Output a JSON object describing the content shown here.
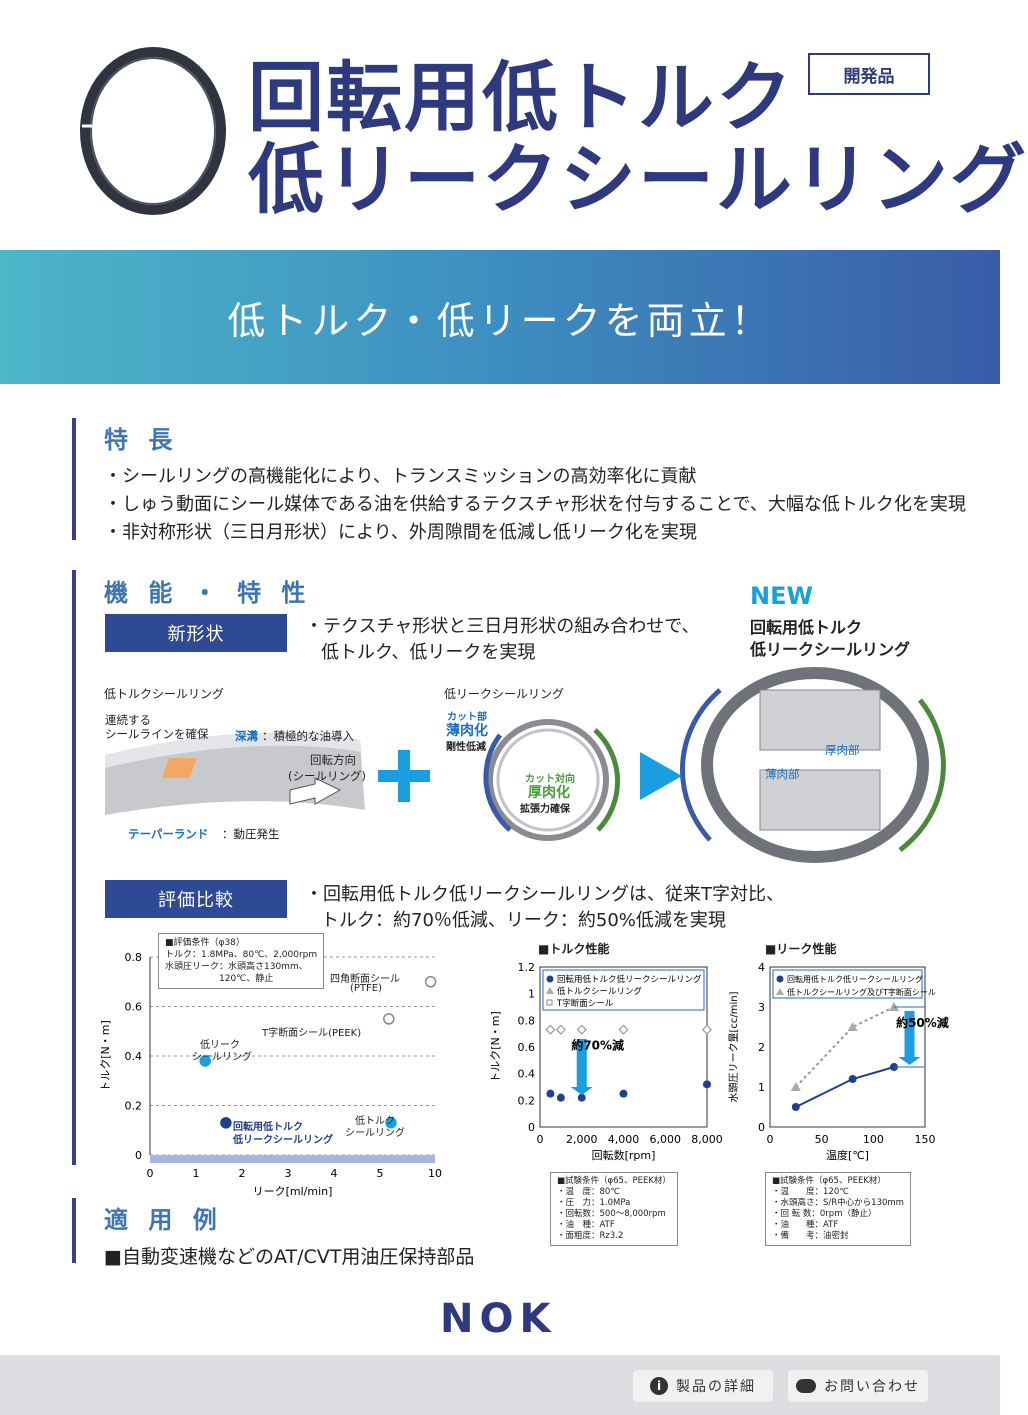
{
  "header": {
    "title_line1": "回転用低トルク",
    "title_line2": "低リークシールリング",
    "badge": "開発品"
  },
  "banner": {
    "text": "低トルク・低リークを両立！"
  },
  "features": {
    "heading": "特 長",
    "items": [
      "・シールリングの高機能化により、トランスミッションの高効率化に貢献",
      "・しゅう動面にシール媒体である油を供給するテクスチャ形状を付与することで、大幅な低トルク化を実現",
      "・非対称形状（三日月形状）により、外周隙間を低減し低リーク化を実現"
    ]
  },
  "function": {
    "heading": "機 能 ・ 特 性",
    "shape": {
      "label": "新形状",
      "desc_line1": "・テクスチャ形状と三日月形状の組み合わせで、",
      "desc_line2": "低トルク、低リークを実現",
      "new_tag": "NEW",
      "new_name_line1": "回転用低トルク",
      "new_name_line2": "低リークシールリング",
      "low_torque_title": "低トルクシールリング",
      "continuous_line1": "連続する",
      "continuous_line2": "シールラインを確保",
      "deep_groove_a": "深溝",
      "deep_groove_b": "：積極的な油導入",
      "rotation_line1": "回転方向",
      "rotation_line2": "(シールリング)",
      "taper_a": "テーパーランド",
      "taper_b": "：動圧発生",
      "low_leak_title": "低リークシールリング",
      "cut_part": "カット部",
      "thin": "薄肉化",
      "rigidity": "剛性低減",
      "cut_opposite": "カット対向",
      "thick": "厚肉化",
      "expansion": "拡張力確保",
      "thick_part": "厚肉部",
      "thin_part": "薄肉部"
    },
    "eval": {
      "label": "評価比較",
      "desc_line1": "・回転用低トルク低リークシールリングは、従来T字対比、",
      "desc_line2": "トルク：約70％低減、リーク：約50%低減を実現"
    }
  },
  "chart_left": {
    "cond_lines": [
      "■評価条件（φ38）",
      "トルク：1.8MPa、80℃、2,000rpm",
      "水頭圧リーク：水頭高さ130mm、",
      "　　　　　　120℃、静止"
    ],
    "labels": {
      "square": "四角断面シール",
      "square_mat": "(PTFE)",
      "tshape": "T字断面シール(PEEK)",
      "lowleak_1": "低リーク",
      "lowleak_2": "シールリング",
      "lowtorque_1": "低トルク",
      "lowtorque_2": "シールリング",
      "new_1": "回転用低トルク",
      "new_2": "低リークシールリング"
    }
  },
  "chart_mid": {
    "heading": "■トルク性能",
    "legend": [
      "回転用低トルク低リークシールリング",
      "低トルクシールリング",
      "T字断面シール"
    ],
    "annotation": "約70%減",
    "cond_lines": [
      "■試験条件（φ65、PEEK材）",
      "・温　度：80℃",
      "・圧　力：1.0MPa",
      "・回転数：500～8,000rpm",
      "・油　種：ATF",
      "・面粗度：Rz3.2"
    ]
  },
  "chart_right": {
    "heading": "■リーク性能",
    "legend": [
      "回転用低トルク低リークシールリング",
      "低トルクシールリング及びT字断面シール"
    ],
    "annotation": "約50%減",
    "cond_lines": [
      "■試験条件（φ65、PEEK材）",
      "・温　　度：120℃",
      "・水頭高さ：S/R中心から130mm",
      "・回 転 数：0rpm（静止）",
      "・油　　種：ATF",
      "・備　　考：油密封"
    ]
  },
  "chart_data": [
    {
      "type": "scatter",
      "xlabel": "リーク[ml/min]",
      "ylabel": "トルク[N・m]",
      "xlim": [
        0,
        10
      ],
      "ylim": [
        0,
        0.8
      ],
      "x_ticks": [
        "0",
        "1",
        "2",
        "3",
        "4",
        "5",
        "10"
      ],
      "y_ticks": [
        "0",
        "0.2",
        "0.4",
        "0.6",
        "0.8"
      ],
      "series": [
        {
          "name": "四角断面シール(PTFE)",
          "x": [
            11.0
          ],
          "y": [
            0.7
          ]
        },
        {
          "name": "T字断面シール(PEEK)",
          "x": [
            5.8
          ],
          "y": [
            0.55
          ]
        },
        {
          "name": "低リークシールリング",
          "x": [
            1.2
          ],
          "y": [
            0.38
          ]
        },
        {
          "name": "低トルクシールリング",
          "x": [
            6.0
          ],
          "y": [
            0.13
          ]
        },
        {
          "name": "回転用低トルク低リークシールリング",
          "x": [
            1.65
          ],
          "y": [
            0.13
          ]
        }
      ],
      "grid": true
    },
    {
      "type": "scatter",
      "xlabel": "回転数[rpm]",
      "ylabel": "トルク[N・m]",
      "xlim": [
        0,
        8000
      ],
      "ylim": [
        0,
        1.2
      ],
      "x_ticks": [
        "0",
        "2,000",
        "4,000",
        "6,000",
        "8,000"
      ],
      "y_ticks": [
        "0",
        "0.2",
        "0.4",
        "0.6",
        "0.8",
        "1",
        "1.2"
      ],
      "series": [
        {
          "name": "回転用低トルク低リークシールリング",
          "x": [
            500,
            1000,
            2000,
            4000,
            8000
          ],
          "y": [
            0.25,
            0.22,
            0.22,
            0.25,
            0.32
          ]
        },
        {
          "name": "低トルクシールリング",
          "x": [
            500,
            1000,
            2000,
            4000,
            8000
          ],
          "y": [
            0.25,
            0.22,
            0.22,
            0.25,
            0.32
          ]
        },
        {
          "name": "T字断面シール",
          "x": [
            500,
            1000,
            2000,
            4000,
            8000
          ],
          "y": [
            0.73,
            0.73,
            0.73,
            0.73,
            0.73
          ]
        }
      ],
      "legend": "top-left"
    },
    {
      "type": "line",
      "xlabel": "温度[℃]",
      "ylabel": "水頭圧リーク量[cc/min]",
      "xlim": [
        0,
        150
      ],
      "ylim": [
        0,
        4
      ],
      "x_ticks": [
        "0",
        "50",
        "100",
        "150"
      ],
      "y_ticks": [
        "0",
        "1",
        "2",
        "3",
        "4"
      ],
      "series": [
        {
          "name": "回転用低トルク低リークシールリング",
          "x": [
            25,
            80,
            120
          ],
          "y": [
            0.5,
            1.2,
            1.5
          ]
        },
        {
          "name": "低トルクシールリング及びT字断面シール",
          "x": [
            25,
            80,
            120
          ],
          "y": [
            1.0,
            2.5,
            3.0
          ]
        }
      ],
      "legend": "top-left"
    }
  ],
  "application": {
    "heading": "適 用 例",
    "text": "■自動変速機などのAT/CVT用油圧保持部品"
  },
  "footer": {
    "logo": "NOK",
    "details_button": "製品の詳細",
    "contact_button": "お問い合わせ"
  },
  "colors": {
    "navy": "#2e3a7d",
    "heading_blue": "#3f76b2",
    "arrow_blue": "#1a9ee0",
    "series_dark": "#1f3f8f",
    "series_gray": "#999999"
  }
}
